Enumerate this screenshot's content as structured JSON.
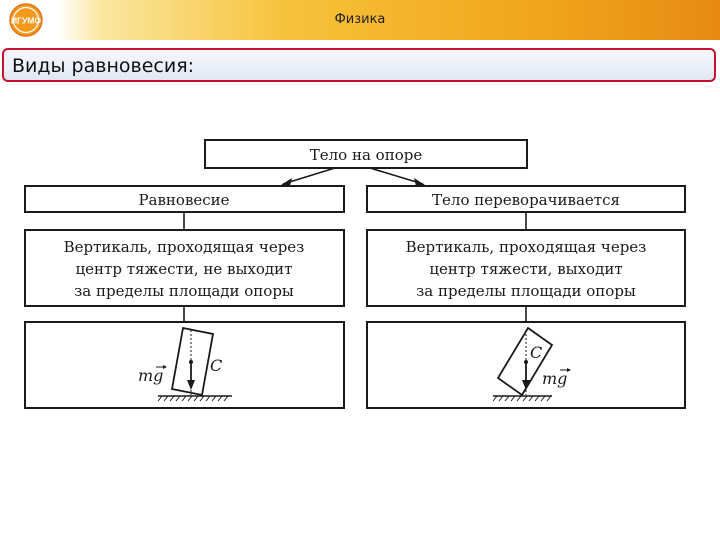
{
  "header": {
    "title": "Физика",
    "logo_text": "ИГУМО"
  },
  "slide": {
    "title": "Виды равновесия:"
  },
  "diagram": {
    "root": "Тело на опоре",
    "left": {
      "heading": "Равновесие",
      "condition": [
        "Вертикаль, проходящая через",
        "центр тяжести, не выходит",
        "за пределы площади опоры"
      ],
      "center_label": "C",
      "force_label": "mg"
    },
    "right": {
      "heading": "Тело переворачивается",
      "condition": [
        "Вертикаль, проходящая через",
        "центр тяжести, выходит",
        "за пределы площади опоры"
      ],
      "center_label": "C",
      "force_label": "mg"
    }
  },
  "colors": {
    "accent_border": "#c8102e",
    "header_orange": "#f0a51c"
  }
}
